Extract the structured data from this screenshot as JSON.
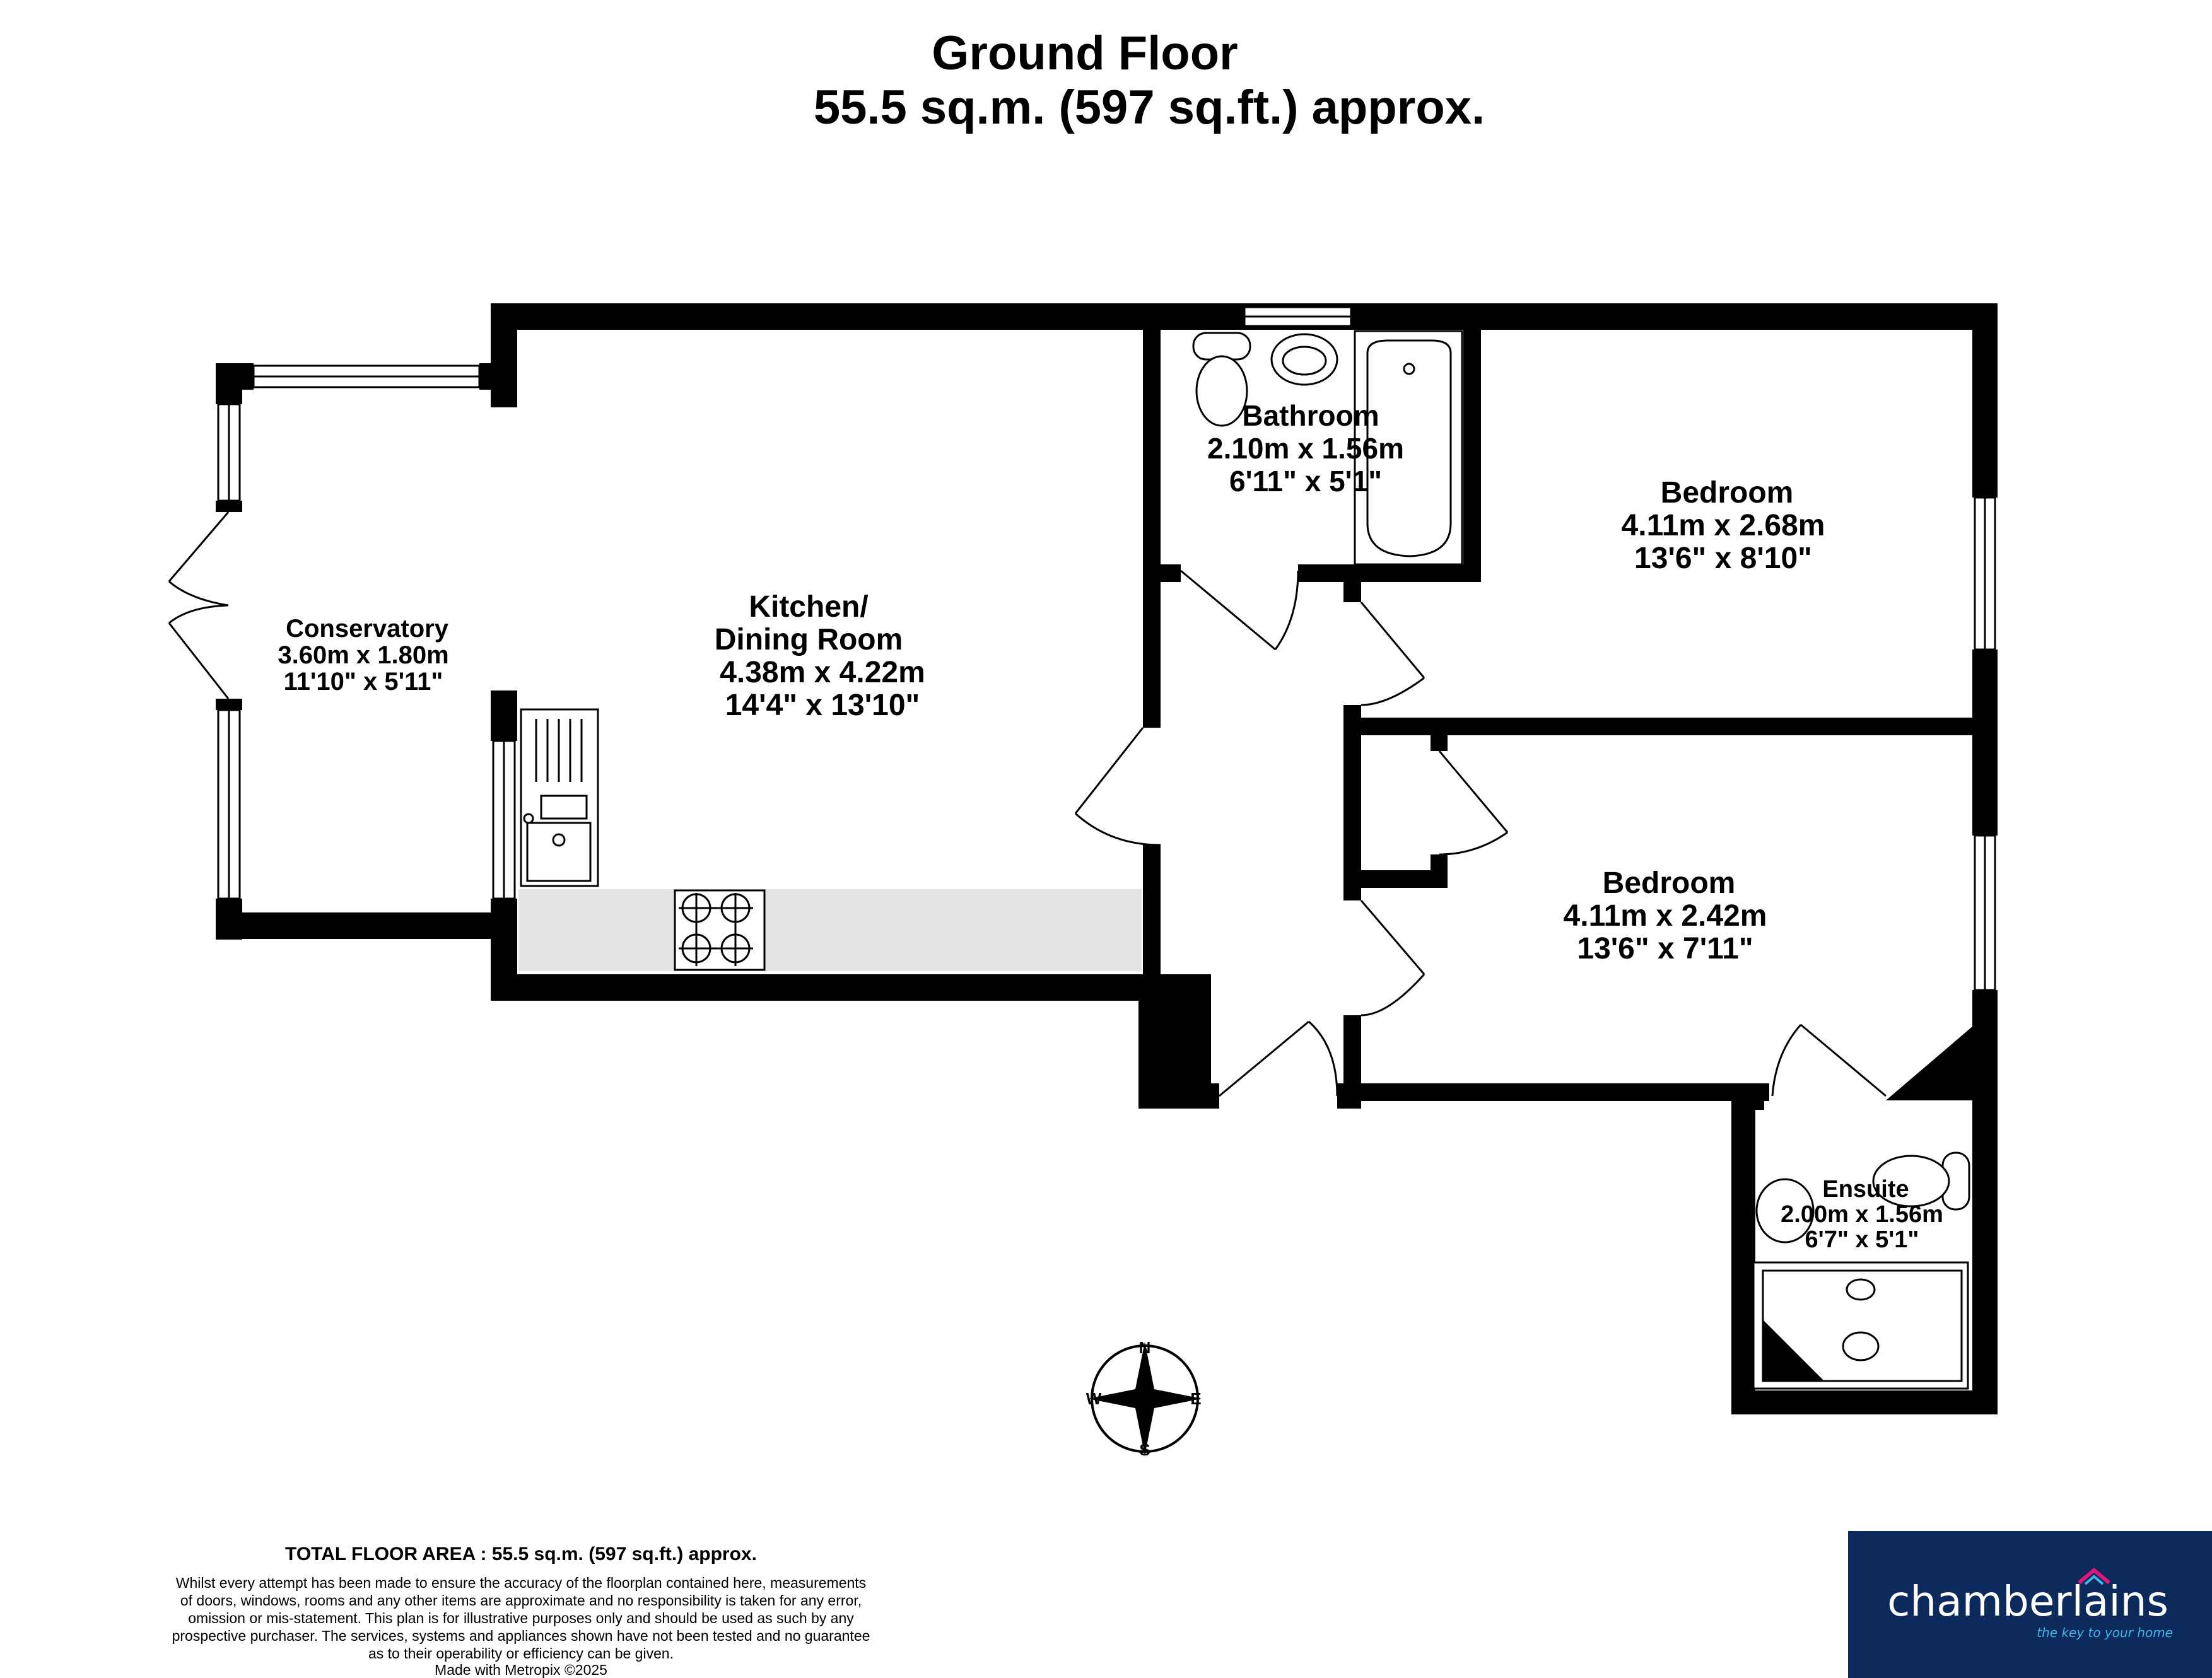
{
  "header": {
    "title": "Ground Floor",
    "subtitle": "55.5 sq.m. (597 sq.ft.) approx."
  },
  "rooms": {
    "conservatory": {
      "name": "Conservatory",
      "metric": "3.60m  x 1.80m",
      "imperial": "11'10\"  x 5'11\""
    },
    "kitchen": {
      "name_line1": "Kitchen/",
      "name_line2": "Dining Room",
      "metric": "4.38m  x 4.22m",
      "imperial": "14'4\"  x 13'10\""
    },
    "bathroom": {
      "name": "Bathroom",
      "metric": "2.10m  x 1.56m",
      "imperial": "6'11\"  x 5'1\""
    },
    "bedroom1": {
      "name": "Bedroom",
      "metric": "4.11m  x 2.68m",
      "imperial": "13'6\"  x 8'10\""
    },
    "bedroom2": {
      "name": "Bedroom",
      "metric": "4.11m  x 2.42m",
      "imperial": "13'6\"  x 7'11\""
    },
    "ensuite": {
      "name": "Ensuite",
      "metric": "2.00m  x 1.56m",
      "imperial": "6'7\"  x 5'1\""
    }
  },
  "compass": {
    "n": "N",
    "e": "E",
    "s": "S",
    "w": "W"
  },
  "footer": {
    "total": "TOTAL FLOOR AREA : 55.5 sq.m. (597 sq.ft.) approx.",
    "disclaimer_lines": [
      "Whilst every attempt has been made to ensure the accuracy of the floorplan contained here, measurements",
      "of doors, windows, rooms and any other items are approximate and no responsibility is taken for any error,",
      "omission or mis-statement. This plan is for illustrative purposes only and should be used as such by any",
      "prospective purchaser. The services, systems and appliances shown have not been tested and no guarantee",
      "as to their operability or efficiency can be given."
    ],
    "made_with": "Made with Metropix ©2025"
  },
  "logo": {
    "name": "chamberlains",
    "tagline": "the key to your home",
    "bg_color": "#0c2b5c",
    "accent_color": "#e0167b",
    "tag_color": "#3fb6e6"
  },
  "colors": {
    "wall": "#000000",
    "worktop": "#e4e4e4"
  }
}
